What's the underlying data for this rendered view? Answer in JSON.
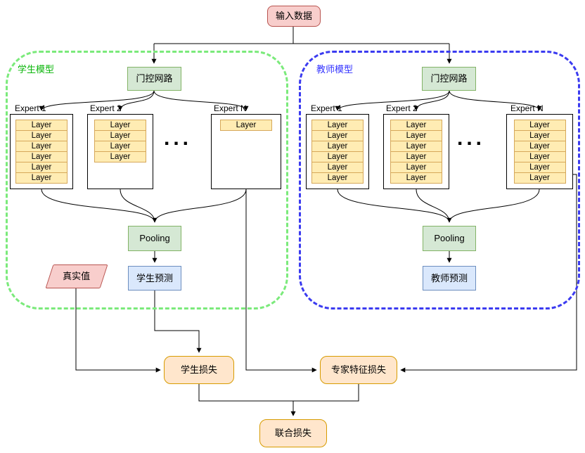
{
  "palette": {
    "input_fill": "#f8cecc",
    "input_border": "#b85450",
    "gate_fill": "#d5e8d4",
    "gate_border": "#82b366",
    "layer_fill": "#ffecb3",
    "layer_border": "#d6a85a",
    "prediction_fill": "#dae8fc",
    "prediction_border": "#6c8ebf",
    "loss_fill": "#ffe6cc",
    "loss_border": "#d79b00",
    "student_accent": "#09b509",
    "teacher_accent": "#3333ff",
    "connector": "#000000"
  },
  "input": {
    "label": "输入数据"
  },
  "student": {
    "title": "学生模型",
    "gate": "门控网路",
    "experts": [
      {
        "name": "Expert 1",
        "layer_label": "Layer",
        "layer_count": 6
      },
      {
        "name": "Expert 2",
        "layer_label": "Layer",
        "layer_count": 4
      },
      {
        "name": "Expert N",
        "layer_label": "Layer",
        "layer_count": 1
      }
    ],
    "ellipsis": "...",
    "pooling": "Pooling",
    "prediction": "学生预测"
  },
  "teacher": {
    "title": "教师模型",
    "gate": "门控网路",
    "experts": [
      {
        "name": "Expert 1",
        "layer_label": "Layer",
        "layer_count": 6
      },
      {
        "name": "Expert 2",
        "layer_label": "Layer",
        "layer_count": 6
      },
      {
        "name": "Expert N",
        "layer_label": "Layer",
        "layer_count": 6
      }
    ],
    "ellipsis": "...",
    "pooling": "Pooling",
    "prediction": "教师预测"
  },
  "ground_truth": {
    "label": "真实值"
  },
  "losses": {
    "student_loss": "学生损失",
    "expert_feature_loss": "专家特征损失",
    "joint_loss": "联合损失"
  }
}
